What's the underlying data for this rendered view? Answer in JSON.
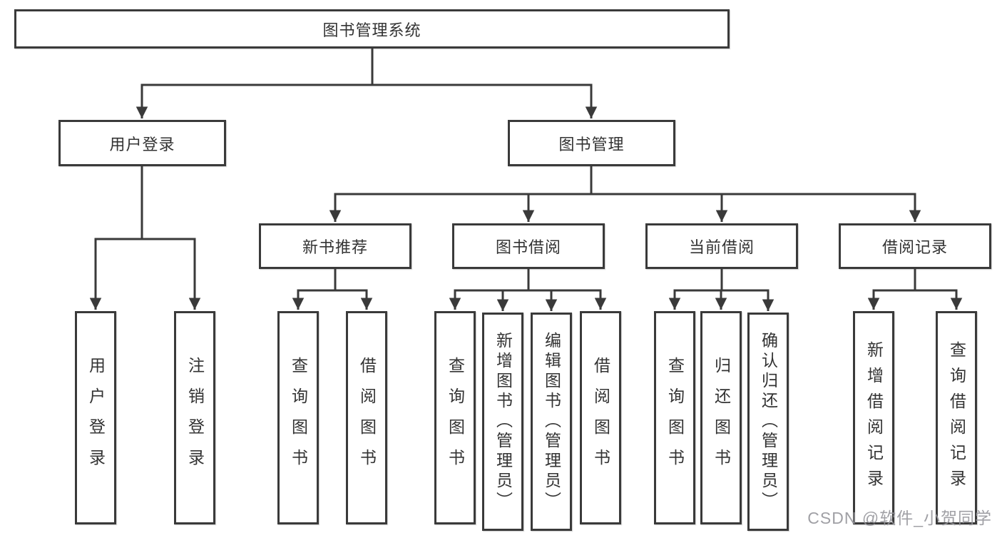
{
  "diagram": {
    "root": {
      "label": "图书管理系统"
    },
    "level2": [
      {
        "id": "user-login",
        "label": "用户登录"
      },
      {
        "id": "book-management",
        "label": "图书管理"
      }
    ],
    "level3": [
      {
        "id": "new-book-recommend",
        "label": "新书推荐"
      },
      {
        "id": "book-borrowing",
        "label": "图书借阅"
      },
      {
        "id": "current-borrowing",
        "label": "当前借阅"
      },
      {
        "id": "borrowing-records",
        "label": "借阅记录"
      }
    ],
    "leaves": {
      "user_login": [
        "用户登录",
        "注销登录"
      ],
      "new_book_recommend": [
        "查询图书",
        "借阅图书"
      ],
      "book_borrowing": [
        "查询图书",
        "新增图书（管理员）",
        "编辑图书（管理员）",
        "借阅图书"
      ],
      "current_borrowing": [
        "查询图书",
        "归还图书",
        "确认归还（管理员）"
      ],
      "borrowing_records": [
        "新增借阅记录",
        "查询借阅记录"
      ]
    }
  },
  "style": {
    "line_color": "#3a3a3a",
    "text_color": "#333333",
    "box_background": "#ffffff",
    "watermark_color": "#96969b"
  },
  "watermark": {
    "text": "CSDN @软件_小贺同学"
  }
}
